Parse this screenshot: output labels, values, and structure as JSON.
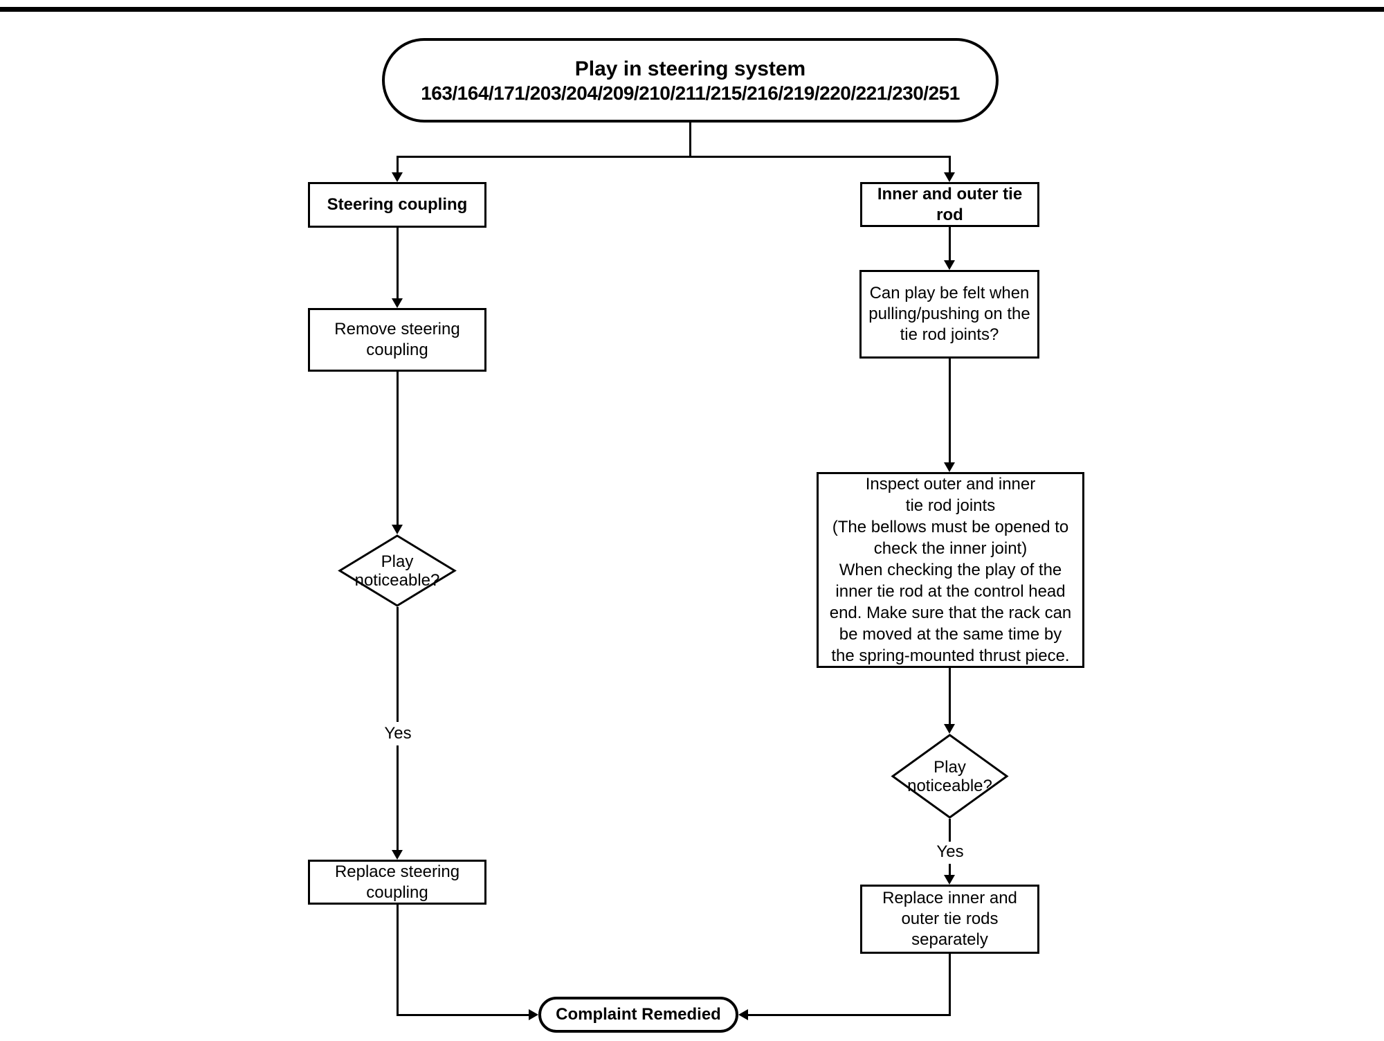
{
  "page": {
    "background": "#ffffff",
    "line_color": "#000000"
  },
  "title": {
    "line1": "Play in steering system",
    "line2": "163/164/171/203/204/209/210/211/215/216/219/220/221/230/251"
  },
  "left_branch": {
    "step1_label": "Steering coupling",
    "step2_lines": [
      "Remove steering",
      "coupling"
    ],
    "decision_lines": [
      "Play",
      "noticeable?"
    ],
    "decision_answer": "Yes",
    "step3_lines": [
      "Replace steering",
      "coupling"
    ]
  },
  "right_branch": {
    "step1_lines": [
      "Inner and outer tie",
      "rod"
    ],
    "step2_lines": [
      "Can play be felt when",
      "pulling/pushing on the",
      "tie rod joints?"
    ],
    "step3_lines": [
      "Inspect outer and inner",
      "tie rod joints",
      "(The bellows must be opened to",
      "check the inner joint)",
      "When checking the play of the",
      "inner tie rod at the control head",
      "end. Make sure that the rack can",
      "be moved at the same time by",
      "the spring-mounted thrust piece."
    ],
    "decision_lines": [
      "Play",
      "noticeable?"
    ],
    "decision_answer": "Yes",
    "step4_lines": [
      "Replace inner and",
      "outer tie rods",
      "separately"
    ]
  },
  "end": {
    "label": "Complaint Remedied"
  }
}
